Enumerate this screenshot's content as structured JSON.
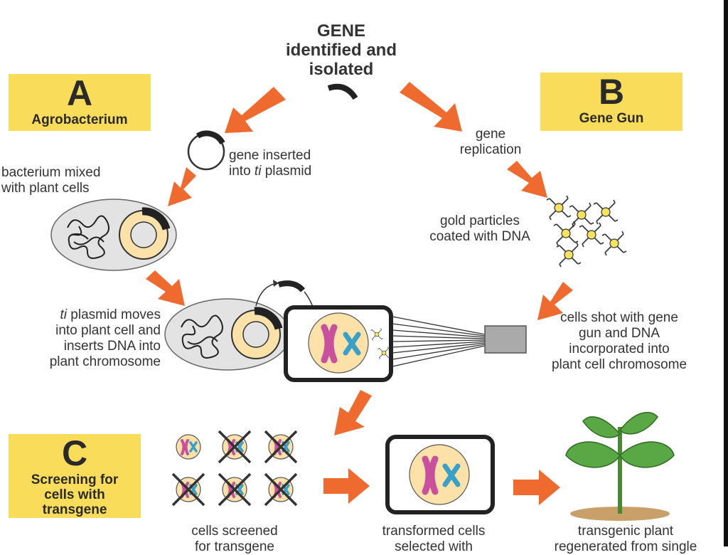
{
  "title": {
    "line1": "GENE",
    "line2": "identified and",
    "line3": "isolated"
  },
  "boxes": {
    "a": {
      "letter": "A",
      "label": "Agrobacterium"
    },
    "b": {
      "letter": "B",
      "label": "Gene Gun"
    },
    "c": {
      "letter": "C",
      "line1": "Screening for",
      "line2": "cells with",
      "line3": "transgene"
    }
  },
  "labels": {
    "gene_inserted": {
      "line1": "gene inserted",
      "line2a": "into ",
      "line2b": "ti",
      "line2c": " plasmid"
    },
    "bacterium_mixed": {
      "line1": "bacterium mixed",
      "line2": "with plant cells"
    },
    "gene_replication": {
      "line1": "gene",
      "line2": "replication"
    },
    "gold_particles": {
      "line1": "gold particles",
      "line2": "coated with DNA"
    },
    "ti_moves": {
      "line1a": "ti",
      "line1b": " plasmid moves",
      "line2": "into plant cell and",
      "line3": "inserts DNA into",
      "line4": "plant chromosome"
    },
    "cells_shot": {
      "line1": "cells shot with gene",
      "line2": "gun and DNA",
      "line3": "incorporated into",
      "line4": "plant cell chromosome"
    },
    "cells_screened": {
      "line1": "cells screened",
      "line2": "for transgene"
    },
    "transformed": {
      "line1": "transformed cells",
      "line2": "selected with"
    },
    "transgenic": {
      "line1": "transgenic plant",
      "line2": "regenerated from single"
    }
  },
  "colors": {
    "arrow": "#ef6a2e",
    "box": "#f9dd5a",
    "cell_gray": "#e3e3e3",
    "nucleus": "#fce2a8",
    "chromosome_pink": "#c8509d",
    "chromosome_blue": "#3aa0c8",
    "leaf_green": "#5aa845"
  }
}
